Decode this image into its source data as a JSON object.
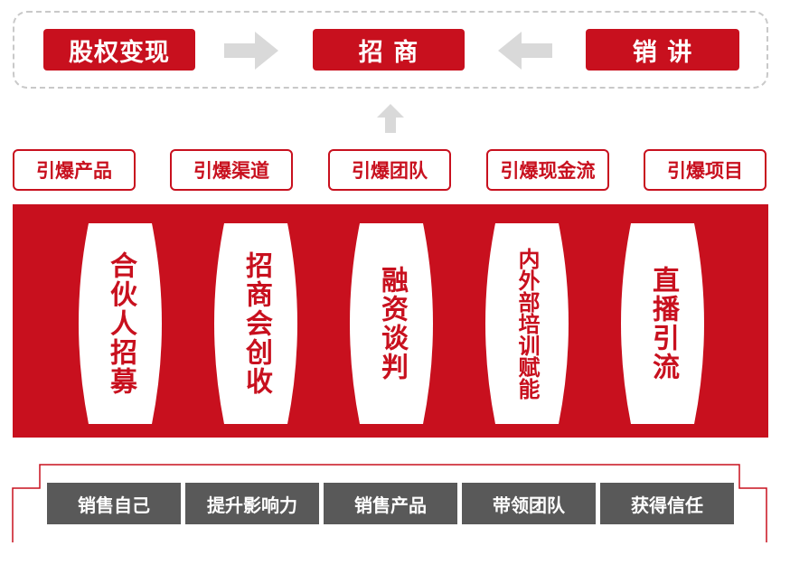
{
  "top_row": {
    "left_label": "股权变现",
    "center_label": "招 商",
    "right_label": "销 讲"
  },
  "outcomes": [
    "引爆产品",
    "引爆渠道",
    "引爆团队",
    "引爆现金流",
    "引爆项目"
  ],
  "pillars": [
    "合伙人招募",
    "招商会创收",
    "融资谈判",
    "内外部培训赋能",
    "直播引流"
  ],
  "foundation": [
    "销售自己",
    "提升影响力",
    "销售产品",
    "带领团队",
    "获得信任"
  ],
  "colors": {
    "accent": "#c8101e",
    "arrow": "#d9d9d9",
    "base": "#595959",
    "frame": "#c9c9c9"
  }
}
